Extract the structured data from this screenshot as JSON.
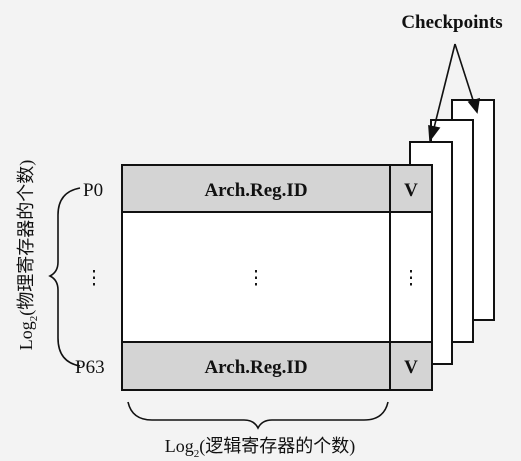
{
  "checkpoints_label": "Checkpoints",
  "table": {
    "row_first_label": "P0",
    "row_last_label": "P63",
    "row_ellipsis": "⋮",
    "id_column_label": "Arch.Reg.ID",
    "valid_column_label": "V"
  },
  "axes": {
    "vertical": {
      "prefix": "Log",
      "subscript": "2",
      "suffix": "(物理寄存器的个数)"
    },
    "horizontal": {
      "prefix": "Log",
      "subscript": "2",
      "suffix": "(逻辑寄存器的个数)"
    }
  },
  "colors": {
    "shaded_row": "#d4d4d4",
    "line": "#111111",
    "background": "#f3f3f3"
  }
}
